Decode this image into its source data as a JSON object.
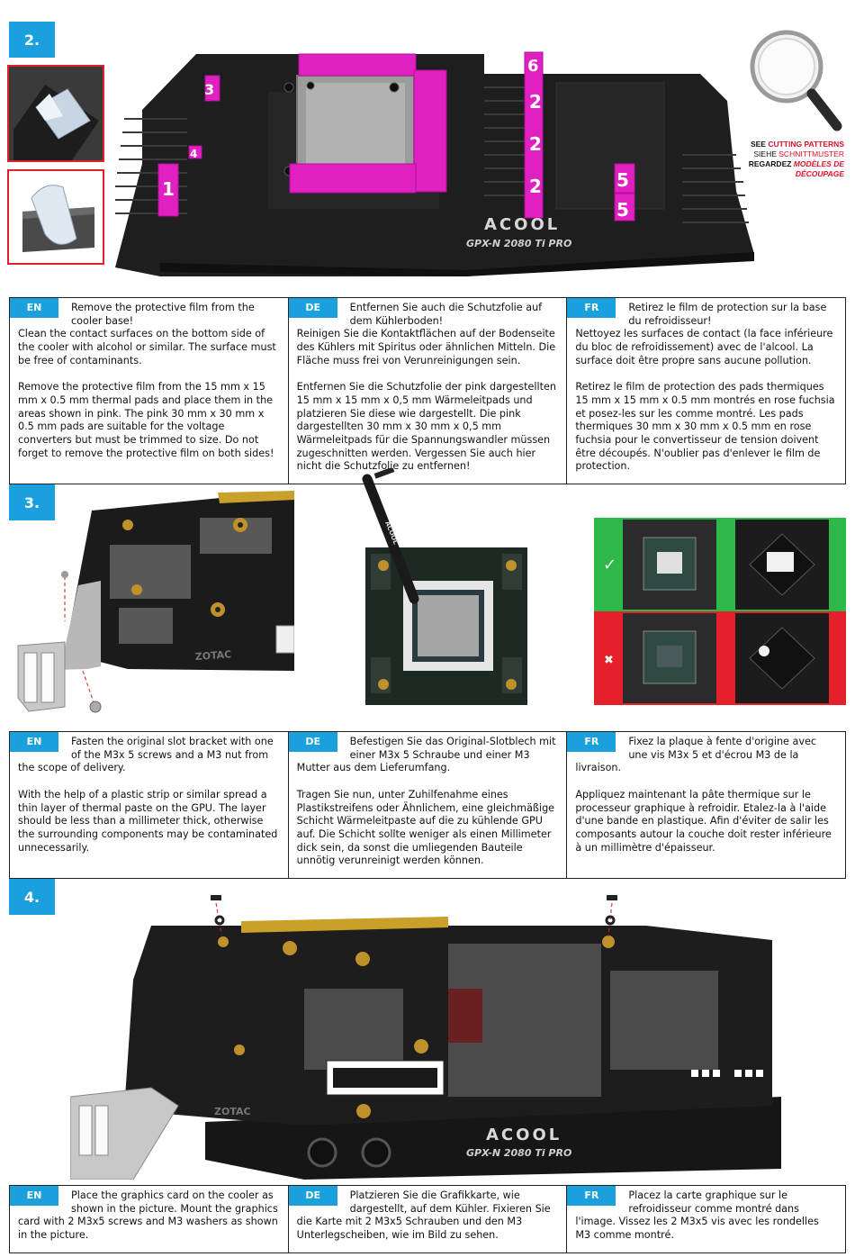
{
  "steps": [
    {
      "number": "2.",
      "cooler_labels": [
        "1",
        "2",
        "2",
        "2",
        "3",
        "4",
        "5",
        "5",
        "6"
      ],
      "brand_text": "ACOOL",
      "model_text": "GPX-N 2080 Ti PRO",
      "callout": {
        "line1_a": "SEE ",
        "line1_b": "CUTTING PATTERNS",
        "line2_a": "SIEHE ",
        "line2_b": "SCHNITTMUSTER",
        "line3_a": "REGARDEZ ",
        "line3_b": "MODÈLES DE",
        "line4": "DÉCOUPAGE"
      },
      "text": {
        "en": {
          "lang": "EN",
          "lead": "Remove the protective film from the cooler base!",
          "body": "Clean the contact surfaces on the bottom side of the cooler with alcohol or similar. The surface must be free of contaminants.",
          "body2": "Remove the protective film from the 15 mm x 15 mm x 0.5 mm thermal pads and place them in the areas shown in pink. The pink 30 mm x 30 mm x 0.5 mm pads are suitable for the voltage converters but must be trimmed to size. Do not forget to remove the protective film on both sides!"
        },
        "de": {
          "lang": "DE",
          "lead": "Entfernen Sie auch die Schutzfolie auf dem Kühlerboden!",
          "body": "Reinigen Sie die Kontaktflächen auf der Bodenseite des Kühlers mit Spiritus oder ähnlichen Mitteln. Die Fläche muss frei von Verunreinigungen sein.",
          "body2": "Entfernen Sie die Schutzfolie der pink dargestellten 15 mm x 15 mm x 0,5 mm Wärmeleitpads und platzieren Sie diese wie dargestellt. Die pink dargestellten 30 mm x 30 mm x 0,5 mm Wärmeleitpads für die Spannungswandler müssen zugeschnitten werden. Vergessen Sie auch hier nicht die Schutzfolie zu entfernen!"
        },
        "fr": {
          "lang": "FR",
          "lead": "Retirez le film de protection sur la base du refroidisseur!",
          "body": "Nettoyez les surfaces de contact (la face inférieure du bloc de refroidissement) avec de l'alcool. La surface doit être propre sans aucune pollution.",
          "body2": "Retirez le film de protection des pads thermiques 15 mm x 15 mm x 0.5 mm montrés en rose fuchsia et posez-les sur les comme montré. Les pads thermiques 30 mm x 30 mm x 0.5 mm en rose fuchsia pour le convertisseur de tension doivent être découpés. N'oublier pas d'enlever le film de protection."
        }
      }
    },
    {
      "number": "3.",
      "board_brand": "ZOTAC",
      "syringe_brand": "ACOOL",
      "check_symbol": "✓",
      "cross_symbol": "✖",
      "text": {
        "en": {
          "lang": "EN",
          "lead": "Fasten the original slot bracket with one of the M3x 5 screws and a M3 nut from the scope of delivery.",
          "body": "With the help of a plastic strip or similar spread a thin layer of thermal paste on the GPU. The layer should be less than a millimeter thick, otherwise the surrounding components may be contaminated unnecessarily."
        },
        "de": {
          "lang": "DE",
          "lead": "Befestigen Sie das Original-Slotblech mit einer M3x 5 Schraube und einer M3 Mutter aus dem Lieferumfang.",
          "body": "Tragen Sie nun, unter Zuhilfenahme eines Plastikstreifens oder Ähnlichem, eine gleichmäßige Schicht Wärmeleitpaste auf die zu kühlende GPU auf. Die Schicht sollte weniger als einen Millimeter dick sein, da sonst die umliegenden Bauteile unnötig verunreinigt werden können."
        },
        "fr": {
          "lang": "FR",
          "lead": "Fixez la plaque à fente d'origine avec une vis M3x 5 et d'écrou M3 de la livraison.",
          "body": "Appliquez maintenant la pâte thermique sur le processeur graphique à refroidir. Etalez-la à l'aide d'une bande en plastique. Afin d'éviter de salir les composants autour la couche doit rester inférieure à un millimètre d'épaisseur."
        }
      }
    },
    {
      "number": "4.",
      "board_brand": "ZOTAC",
      "brand_text": "ACOOL",
      "model_text": "GPX-N 2080 Ti PRO",
      "text": {
        "en": {
          "lang": "EN",
          "lead": "Place the graphics card on the cooler as shown in the picture. Mount the graphics card with 2 M3x5 screws and M3 washers as shown in the picture.",
          "body": ""
        },
        "de": {
          "lang": "DE",
          "lead": "Platzieren Sie die Grafikkarte, wie dargestellt, auf dem Kühler. Fixieren Sie die Karte mit 2 M3x5 Schrauben und den M3 Unterlegscheiben, wie im Bild zu sehen.",
          "body": ""
        },
        "fr": {
          "lang": "FR",
          "lead": "Placez la carte graphique sur le refroidisseur comme montré dans l'image. Vissez les 2 M3x5 vis avec les rondelles M3 comme montré.",
          "body": ""
        }
      }
    }
  ],
  "colors": {
    "accent_blue": "#1aa0dc",
    "pad_pink": "#e020c0",
    "ok_green": "#2db84a",
    "bad_red": "#e5202b"
  }
}
